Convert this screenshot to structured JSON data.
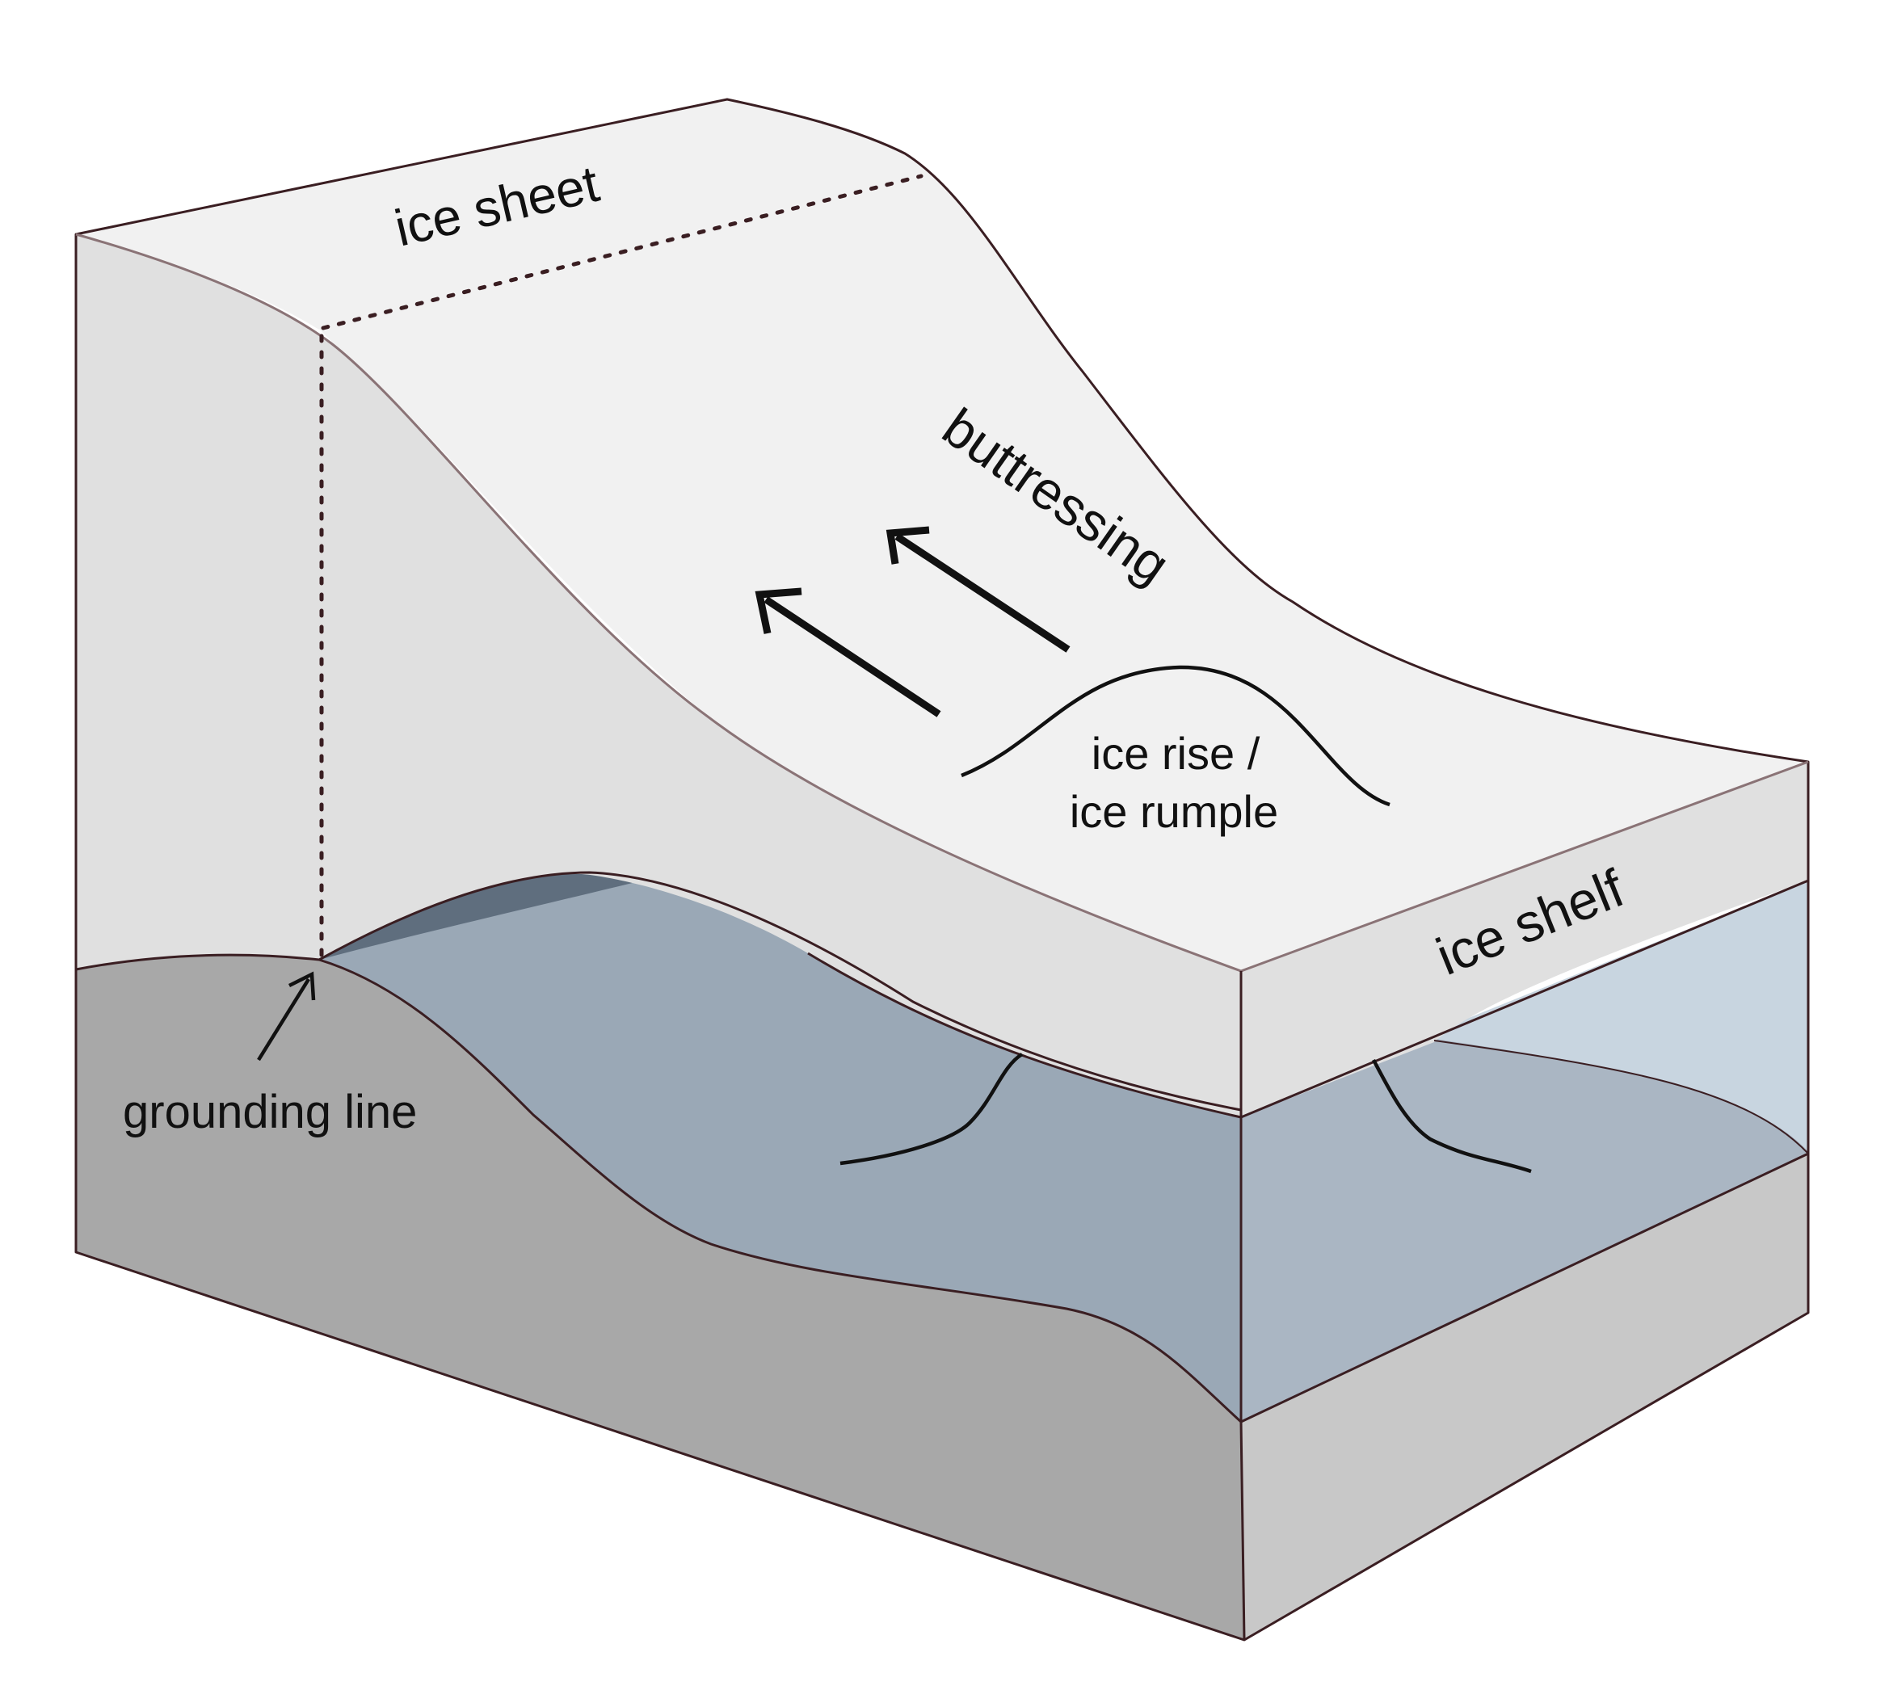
{
  "labels": {
    "ice_sheet": "ice sheet",
    "buttressing": "buttressing",
    "ice_rise_line1": "ice rise /",
    "ice_rise_line2": "ice rumple",
    "ice_shelf": "ice shelf",
    "grounding_line": "grounding line"
  },
  "colors": {
    "ice_top": "#f1f1f1",
    "ice_side": "#e0e0e0",
    "ocean": "#9aa8b6",
    "ocean_front": "#aab6c3",
    "ocean_far": "#c8d5e0",
    "cavity_shadow": "#5f6e7e",
    "bedrock_side": "#a8a8a8",
    "bedrock_front": "#c8c8c8",
    "outline": "#3a1e22"
  }
}
